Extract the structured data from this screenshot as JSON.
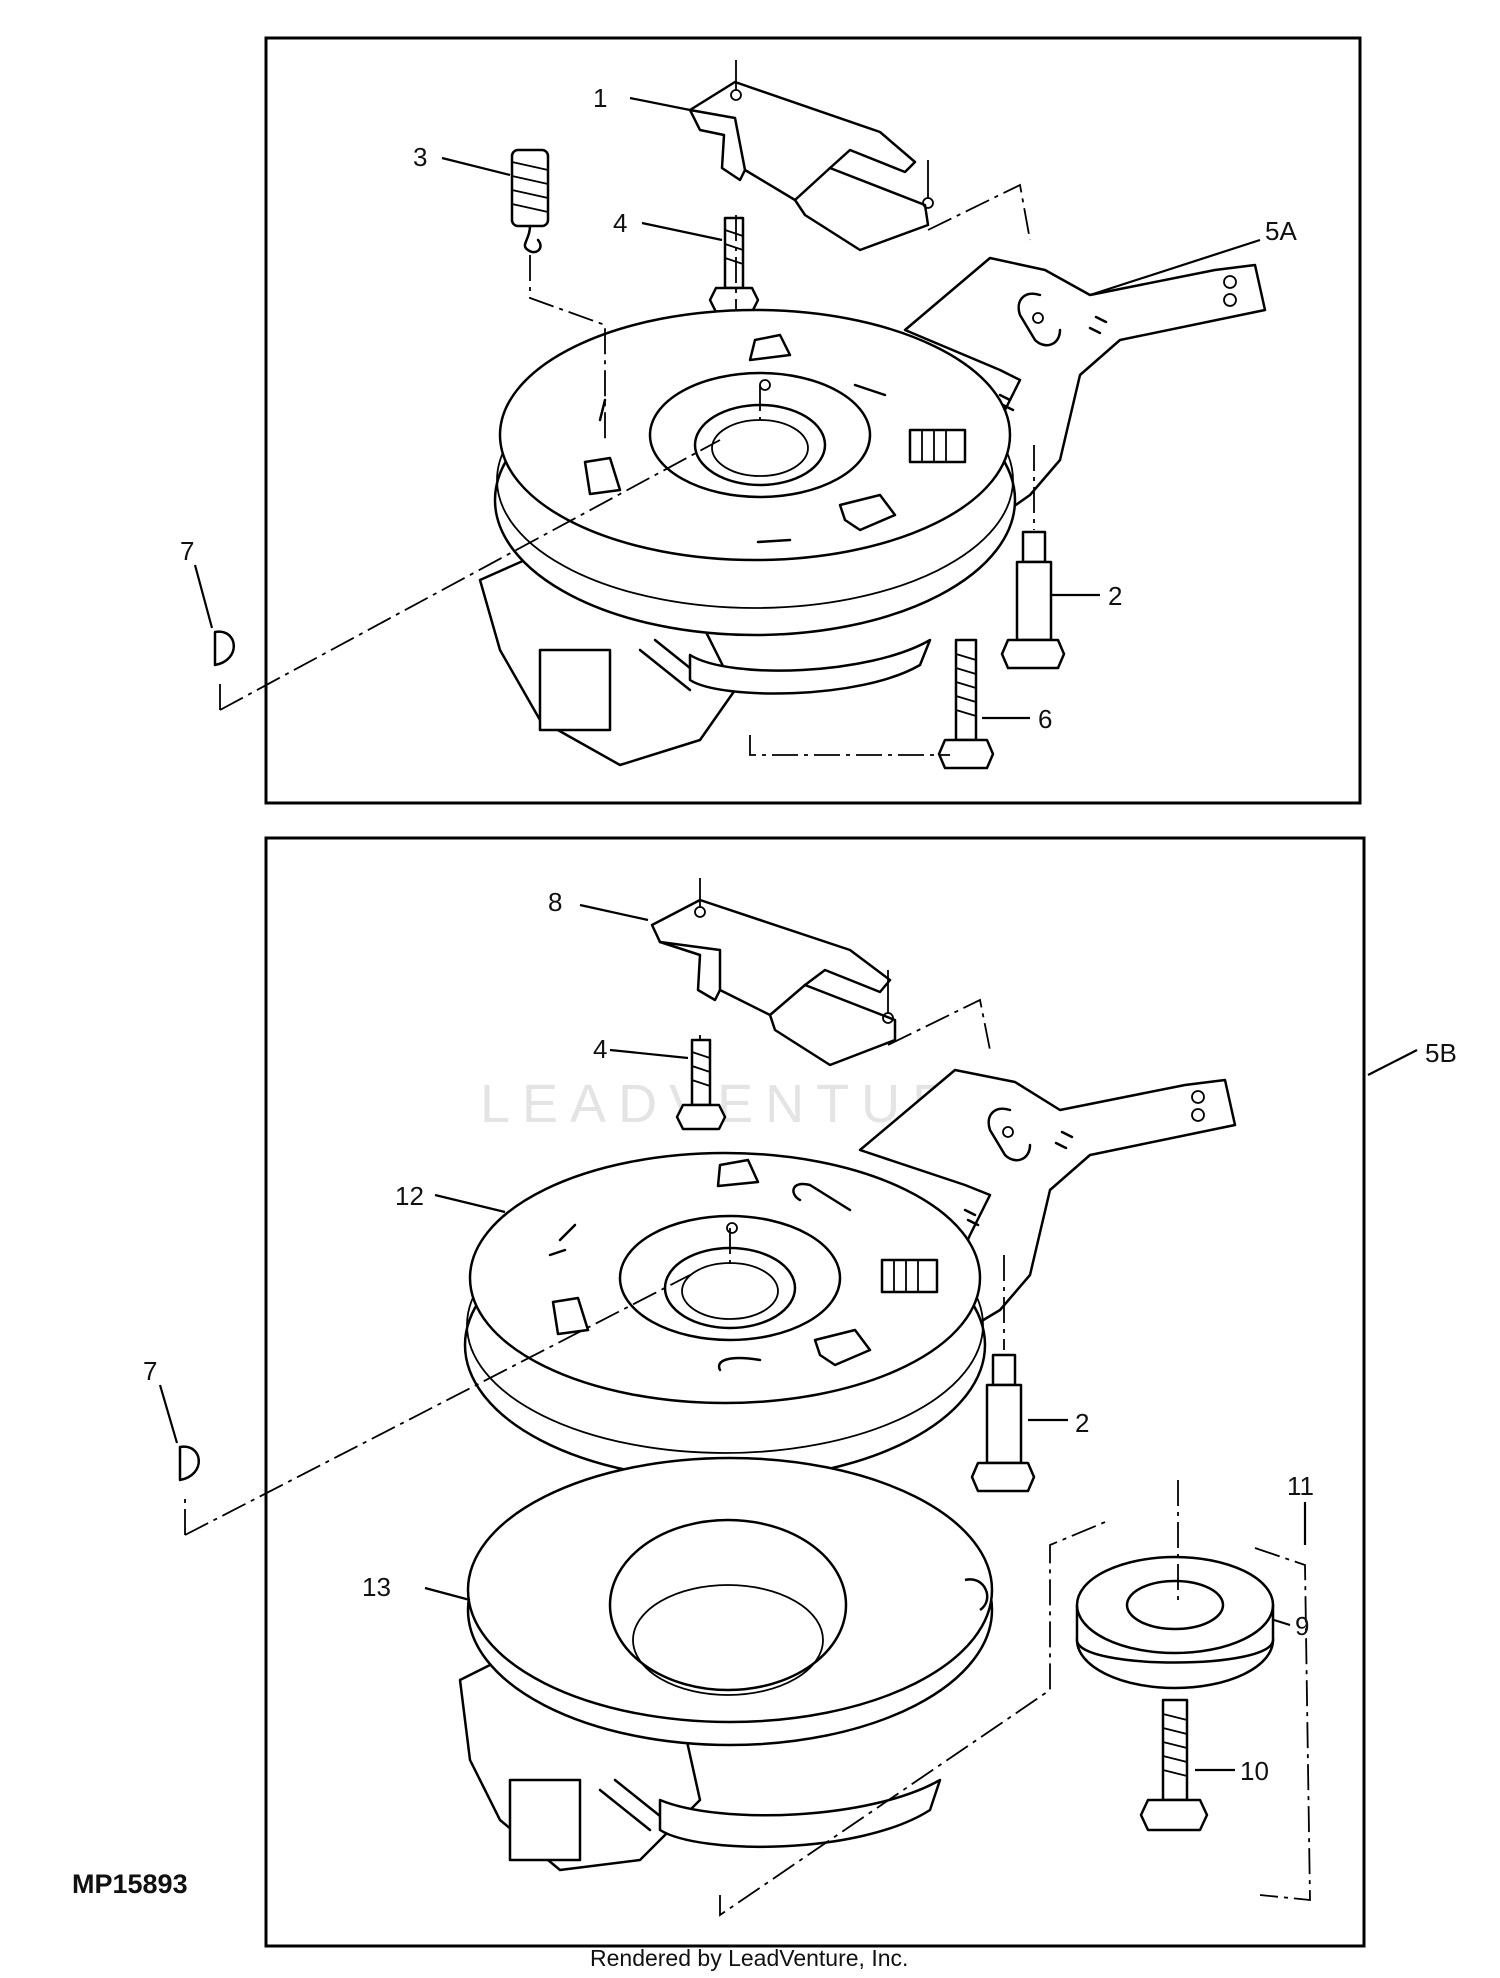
{
  "figure_id": "MP15893",
  "footer": "Rendered by LeadVenture, Inc.",
  "watermark": "LEADVENTURE",
  "panel_a": {
    "callouts": {
      "c1": "1",
      "c2": "2",
      "c3": "3",
      "c4": "4",
      "c5a": "5A",
      "c6": "6",
      "c7": "7"
    }
  },
  "panel_b": {
    "callouts": {
      "c2": "2",
      "c4": "4",
      "c5b": "5B",
      "c7": "7",
      "c8": "8",
      "c9": "9",
      "c10": "10",
      "c11": "11",
      "c12": "12",
      "c13": "13"
    }
  }
}
